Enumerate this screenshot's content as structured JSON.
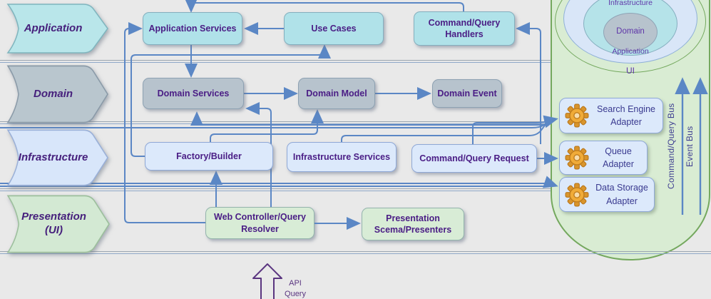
{
  "layers": [
    {
      "label": "Application"
    },
    {
      "label": "Domain"
    },
    {
      "label": "Infrastructure"
    },
    {
      "label": "Presentation\n(UI)"
    }
  ],
  "boxes": {
    "application_services": "Application Services",
    "use_cases": "Use Cases",
    "command_query_handlers": "Command/Query\nHandlers",
    "domain_services": "Domain Services",
    "domain_model": "Domain Model",
    "domain_event": "Domain Event",
    "factory_builder": "Factory/Builder",
    "infrastructure_services": "Infrastructure Services",
    "command_query_request": "Command/Query Request",
    "web_controller": "Web Controller/Query\nResolver",
    "presentation_schema": "Presentation\nScema/Presenters"
  },
  "onion": {
    "infrastructure": "Infrastructure",
    "application": "Application",
    "domain": "Domain",
    "ui": "UI"
  },
  "adapters": [
    {
      "label": "Search Engine\nAdapter"
    },
    {
      "label": "Queue\nAdapter"
    },
    {
      "label": "Data Storage\nAdapter"
    }
  ],
  "buses": [
    {
      "label": "Command/Query Bus"
    },
    {
      "label": "Event Bus"
    }
  ],
  "api_arrow": {
    "label": "API\nQuery"
  },
  "colors": {
    "background": "#e9e9e9",
    "connector_blue": "#5b87c5",
    "cyan_box": "#b0e2e9",
    "gray_box": "#b7c3cd",
    "blue_box": "#dce9fb",
    "green_box": "#d8ecd6",
    "cylinder_green": "#d9ecd3",
    "cylinder_border": "#74a85e",
    "purple_text": "#4a1d85",
    "adapter_text": "#39398f",
    "gear_orange": "#f0ab38"
  }
}
